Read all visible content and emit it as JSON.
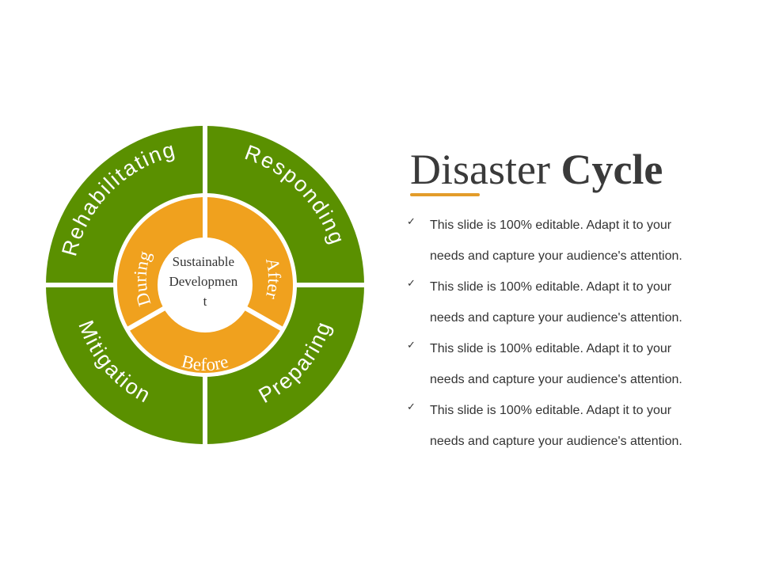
{
  "slide": {
    "title_light": "Disaster",
    "title_bold": "Cycle",
    "accent_color": "#e39c2a"
  },
  "diagram": {
    "center_lines": [
      "Sustainable",
      "Developmen",
      "t"
    ],
    "outer_segments": [
      {
        "label": "Rehabilitating"
      },
      {
        "label": "Responding"
      },
      {
        "label": "Preparing"
      },
      {
        "label": "Mitigation"
      }
    ],
    "inner_segments": [
      {
        "label": "During"
      },
      {
        "label": "After"
      },
      {
        "label": "Before"
      }
    ],
    "colors": {
      "outer": "#5a9000",
      "inner": "#f0a11e",
      "center": "#ffffff"
    }
  },
  "bullets": [
    {
      "icon": "check-icon",
      "line1": "This slide is 100% editable. Adapt it to your",
      "line2": "needs and capture your audience's attention."
    },
    {
      "icon": "check-icon",
      "line1": "This slide is 100% editable. Adapt it to your",
      "line2": "needs and capture your audience's attention."
    },
    {
      "icon": "check-icon",
      "line1": "This slide is 100% editable. Adapt it to your",
      "line2": "needs and capture your audience's attention."
    },
    {
      "icon": "check-icon",
      "line1": "This slide is 100% editable. Adapt it to your",
      "line2": "needs and capture your audience's attention."
    }
  ]
}
